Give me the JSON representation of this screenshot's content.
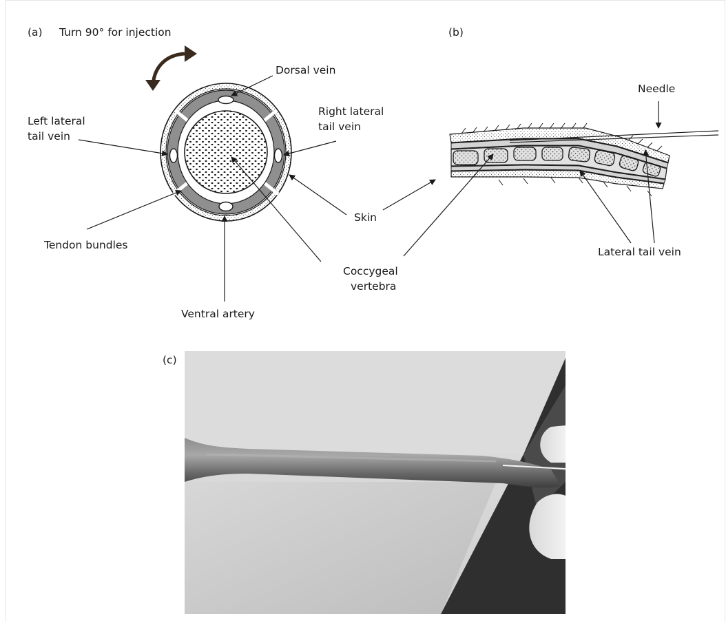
{
  "panels": {
    "a": {
      "tag": "(a)",
      "rotate_note": "Turn 90° for injection"
    },
    "b": {
      "tag": "(b)"
    },
    "c": {
      "tag": "(c)"
    }
  },
  "labels": {
    "dorsal_vein": "Dorsal vein",
    "left_lateral_1": "Left lateral",
    "left_lateral_2": "tail vein",
    "right_lateral_1": "Right lateral",
    "right_lateral_2": "tail vein",
    "tendon_bundles": "Tendon bundles",
    "ventral_artery": "Ventral artery",
    "skin": "Skin",
    "coccygeal_1": "Coccygeal",
    "coccygeal_2": "vertebra",
    "needle": "Needle",
    "lateral_tail_vein": "Lateral tail vein"
  },
  "colors": {
    "ink": "#1a1a1a",
    "tendon": "#8f8f8f",
    "tissue": "#d4d4d4",
    "rotate_arrow": "#3a2a1e"
  }
}
